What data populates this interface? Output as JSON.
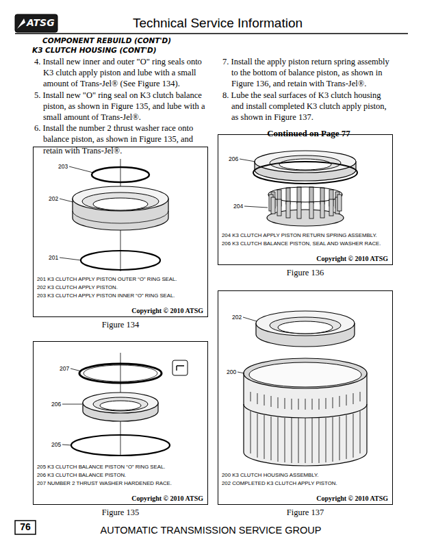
{
  "diagram": {
    "title": "Technical Service Information",
    "nodes": [
      {
        "text": [
          "201 K3 CLUTCH APPLY PISTON OUTER “O” RING SEAL.",
          "202 K3 CLUTCH APPLY PISTON.",
          "203 K3 CLUTCH APPLY PISTON INNER “O” RING SEAL.",
          "Copyright © 2010 ATSG",
          "Figure 134"
        ]
      },
      {
        "text": [
          "204 K3 CLUTCH APPLY PISTON RETURN SPRING ASSEMBLY.",
          "206 K3 CLUTCH BALANCE PISTON, SEAL AND WASHER RACE.",
          "Copyright © 2010 ATSG",
          "Figure 136"
        ]
      },
      {
        "text": [
          "205 K3 CLUTCH BALANCE PISTON “O” RING SEAL.",
          "206 K3 CLUTCH BALANCE PISTON.",
          "207 NUMBER 2 THRUST WASHER HARDENED RACE.",
          "Copyright © 2010 ATSG",
          "Figure 135"
        ]
      },
      {
        "text": [
          "200 K3 CLUTCH HOUSING ASSEMBLY.",
          "202 COMPLETED K3 CLUTCH APPLY PISTON.",
          "Copyright © 2010 ATSG",
          "Figure 137"
        ]
      }
    ],
    "labels": [
      "ATSG",
      "COMPONENT REBUILD (CONT'D)",
      "K3 CLUTCH HOUSING (CONT'D)",
      "4. Install new inner and outer \"O\" ring seals onto K3 clutch apply piston and lube with a small amount of Trans-Jel® (See Figure 134).",
      "5. Install new \"O\" ring seal on K3 clutch balance piston, as shown in Figure 135, and lube with a small amount of Trans-Jel®.",
      "6. Install the number 2 thrust washer race onto balance piston, as shown in Figure 135, and retain with Trans-Jel®.",
      "7. Install the apply piston return spring assembly to the bottom of balance piston, as shown in Figure 136, and retain with Trans-Jel®.",
      "8. Lube the seal surfaces of K3 clutch housing and install completed K3 clutch apply piston, as shown in Figure 137.",
      "Continued on Page 77",
      "203",
      "202",
      "201",
      "206",
      "204",
      "207",
      "206",
      "205",
      "202",
      "200",
      "76",
      "AUTOMATIC TRANSMISSION SERVICE GROUP"
    ]
  }
}
